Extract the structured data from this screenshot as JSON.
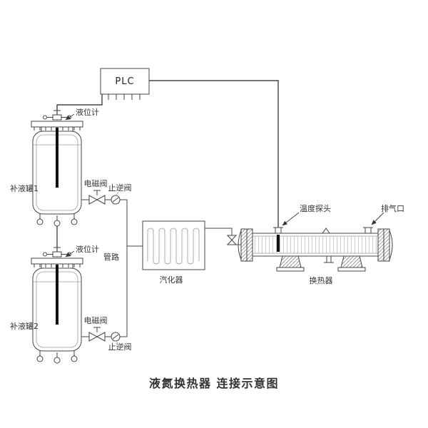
{
  "labels": {
    "plc": "PLC",
    "level_gauge": "液位计",
    "tank1": "补液罐1",
    "tank2": "补液罐2",
    "solenoid_valve": "电磁阀",
    "check_valve": "止逆阀",
    "pipeline": "管路",
    "vaporizer": "汽化器",
    "heat_exchanger": "换热器",
    "temperature_probe": "温度探头",
    "exhaust_port": "排气口"
  },
  "title": {
    "text": "液氮换热器 连接示意图",
    "color": "#2579c6"
  },
  "colors": {
    "line": "#444444",
    "background": "#ffffff"
  }
}
